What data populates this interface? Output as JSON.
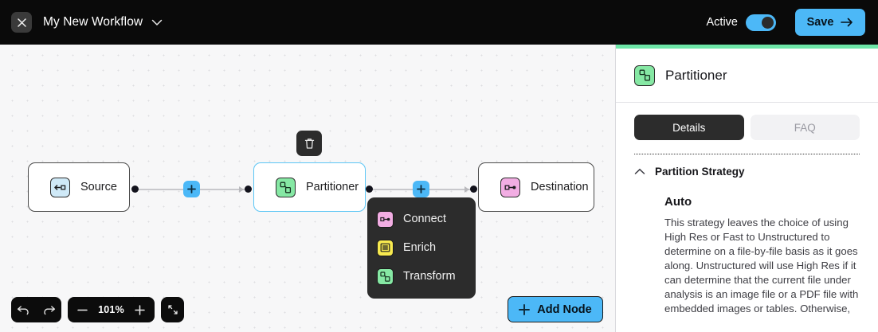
{
  "topbar": {
    "close_icon": "close-icon",
    "workflow_title": "My New Workflow",
    "caret_icon": "chevron-down-icon",
    "active_label": "Active",
    "active_state": "on",
    "save_label": "Save",
    "save_arrow_icon": "arrow-right-icon",
    "accent_color": "#4cb8f7"
  },
  "canvas": {
    "nodes": [
      {
        "id": "source",
        "label": "Source",
        "icon": "source-icon",
        "icon_color": "#cfe9f7",
        "selected": false
      },
      {
        "id": "partitioner",
        "label": "Partitioner",
        "icon": "partitioner-icon",
        "icon_color": "#86e8a4",
        "selected": true
      },
      {
        "id": "destination",
        "label": "Destination",
        "icon": "destination-icon",
        "icon_color": "#f2ade3",
        "selected": false
      }
    ],
    "edge_add_label": "+",
    "trash_icon": "trash-icon"
  },
  "menu": {
    "items": [
      {
        "label": "Connect",
        "icon": "connect-icon",
        "icon_color": "#f2ade3"
      },
      {
        "label": "Enrich",
        "icon": "enrich-icon",
        "icon_color": "#f7e94f"
      },
      {
        "label": "Transform",
        "icon": "transform-icon",
        "icon_color": "#86e8a4"
      }
    ]
  },
  "toolbar": {
    "undo_icon": "undo-icon",
    "redo_icon": "redo-icon",
    "zoom_out_icon": "minus-icon",
    "zoom_level": "101%",
    "zoom_in_icon": "plus-icon",
    "fit_view_icon": "fit-view-icon",
    "add_node_label": "Add Node",
    "add_node_icon": "plus-icon"
  },
  "panel": {
    "accent_color": "#6ee7a8",
    "header_title": "Partitioner",
    "header_icon": "partitioner-icon",
    "tabs": [
      {
        "label": "Details",
        "active": true
      },
      {
        "label": "FAQ",
        "active": false
      }
    ],
    "section": {
      "collapse_icon": "chevron-up-icon",
      "title": "Partition Strategy",
      "strategy_name": "Auto",
      "strategy_desc": "This strategy leaves the choice of using High Res or Fast to Unstructured to determine on a file-by-file basis as it goes along. Unstructured will use High Res if it can determine that the current file under analysis is an image file or a PDF file with embedded images or tables. Otherwise,"
    }
  }
}
